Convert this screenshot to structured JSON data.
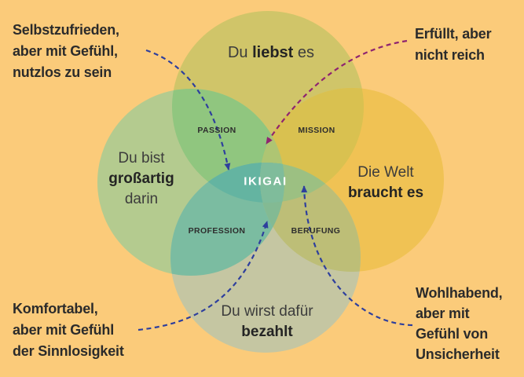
{
  "diagram": {
    "center_label": "IKIGAI",
    "circles": {
      "top": {
        "pre": "Du ",
        "bold": "liebst",
        "post": " es"
      },
      "left": {
        "line1": "Du bist",
        "line2_bold": "großartig",
        "line3": "darin"
      },
      "right": {
        "line1": "Die Welt",
        "line2_bold": "braucht es"
      },
      "bottom": {
        "line1": "Du wirst dafür",
        "line2_bold": "bezahlt"
      }
    },
    "overlaps": {
      "passion": "PASSION",
      "mission": "MISSION",
      "profession": "PROFESSION",
      "berufung": "BERUFUNG"
    },
    "corners": {
      "top_left": {
        "lines": [
          "Selbstzufrieden,",
          "aber mit Gefühl,",
          "nutzlos zu sein"
        ]
      },
      "top_right": {
        "lines": [
          "Erfüllt, aber",
          "nicht reich"
        ]
      },
      "bottom_left": {
        "lines": [
          "Komfortabel,",
          "aber mit Gefühl",
          "der Sinnlosigkeit"
        ]
      },
      "bottom_right": {
        "lines": [
          "Wohlhabend,",
          "aber mit",
          "Gefühl von",
          "Unsicherheit"
        ]
      }
    }
  },
  "colors": {
    "background": "#fbcb7a",
    "circle_top": "#d0c569",
    "circle_left": "#b4cb8f",
    "circle_right": "#f0c254",
    "circle_bottom": "#c5c6a2",
    "overlap_top_left": "#90c67f",
    "overlap_top_right": "#d9c150",
    "overlap_left_bottom": "#7bbca1",
    "overlap_right_bottom": "#bdbe77",
    "overlap_top_left_right": "#aec573",
    "overlap_top_left_bottom": "#64b4a1",
    "overlap_top_right_bottom": "#9cc082",
    "overlap_left_right_bottom": "#83ba93",
    "overlap_center": "#7fbc9b",
    "arrow_blue": "#2e3f9d",
    "arrow_purple": "#8f2470",
    "text_dark": "#2b2b2b",
    "text_center": "#ffffff"
  }
}
